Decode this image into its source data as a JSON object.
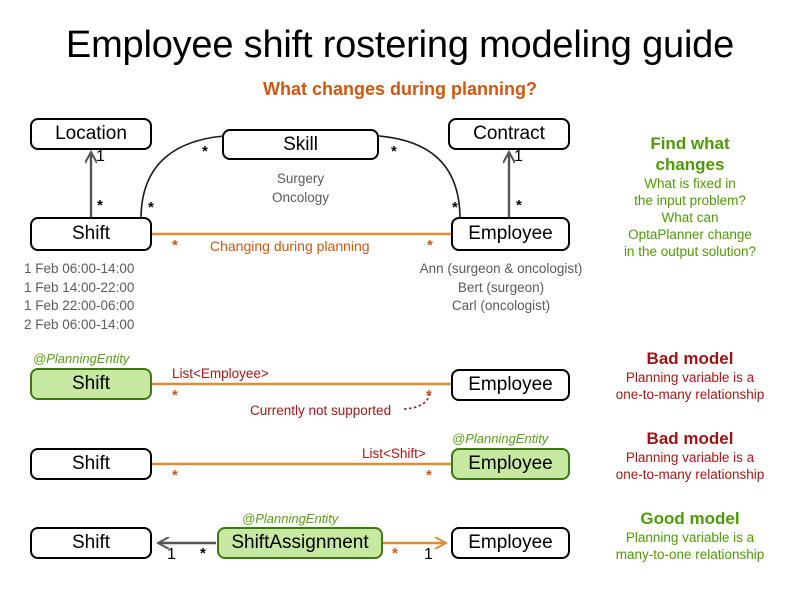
{
  "page": {
    "title": "Employee shift rostering modeling guide",
    "subtitle": "What changes during planning?"
  },
  "domain_diagram": {
    "boxes": {
      "location": "Location",
      "skill": "Skill",
      "contract": "Contract",
      "shift": "Shift",
      "employee": "Employee"
    },
    "multiplicities": {
      "location_to_shift_one": "1",
      "location_to_shift_many": "*",
      "contract_to_employee_one": "1",
      "contract_to_employee_many": "*",
      "shift_to_skill_many": "*",
      "skill_to_shift_many": "*",
      "skill_to_employee_many": "*",
      "employee_to_skill_many": "*",
      "shift_to_employee_many": "*",
      "employee_to_shift_many": "*"
    },
    "skill_examples": "Surgery\nOncology",
    "skill_example_lines": [
      "Surgery",
      "Oncology"
    ],
    "changing_label": "Changing during planning",
    "shift_instances": [
      "1 Feb 06:00-14:00",
      "1 Feb 14:00-22:00",
      "1 Feb 22:00-06:00",
      "2 Feb 06:00-14:00"
    ],
    "employee_instances": [
      "Ann (surgeon & oncologist)",
      "Bert (surgeon)",
      "Carl (oncologist)"
    ]
  },
  "callouts": {
    "find_what_changes": {
      "head_line1": "Find what",
      "head_line2": "changes",
      "body_lines": [
        "What is fixed in",
        "the input problem?",
        "What can",
        "OptaPlanner change",
        "in the output solution?"
      ]
    },
    "bad_model_1": {
      "head": "Bad model",
      "body_lines": [
        "Planning variable is a",
        "one-to-many relationship"
      ]
    },
    "bad_model_2": {
      "head": "Bad model",
      "body_lines": [
        "Planning variable is a",
        "one-to-many relationship"
      ]
    },
    "good_model": {
      "head": "Good model",
      "body_lines": [
        "Planning variable is a",
        "many-to-one relationship"
      ]
    }
  },
  "model_rows": {
    "bad1": {
      "annotation": "@PlanningEntity",
      "left_box": "Shift",
      "right_box": "Employee",
      "edge_label": "List<Employee>",
      "left_mult": "*",
      "right_mult": "*",
      "note": "Currently not supported"
    },
    "bad2": {
      "annotation": "@PlanningEntity",
      "left_box": "Shift",
      "right_box": "Employee",
      "edge_label": "List<Shift>",
      "left_mult": "*",
      "right_mult": "*"
    },
    "good": {
      "annotation": "@PlanningEntity",
      "left_box": "Shift",
      "middle_box": "ShiftAssignment",
      "right_box": "Employee",
      "left_mult_near_shift": "1",
      "left_mult_near_assignment": "*",
      "right_mult_near_assignment": "*",
      "right_mult_near_employee": "1"
    }
  },
  "colors": {
    "orange": "#e08a35",
    "dark_orange": "#d2570e",
    "green": "#4e9a06",
    "green_fill": "#c6e8a0",
    "red": "#a61717",
    "gray": "#5b5b5b"
  }
}
